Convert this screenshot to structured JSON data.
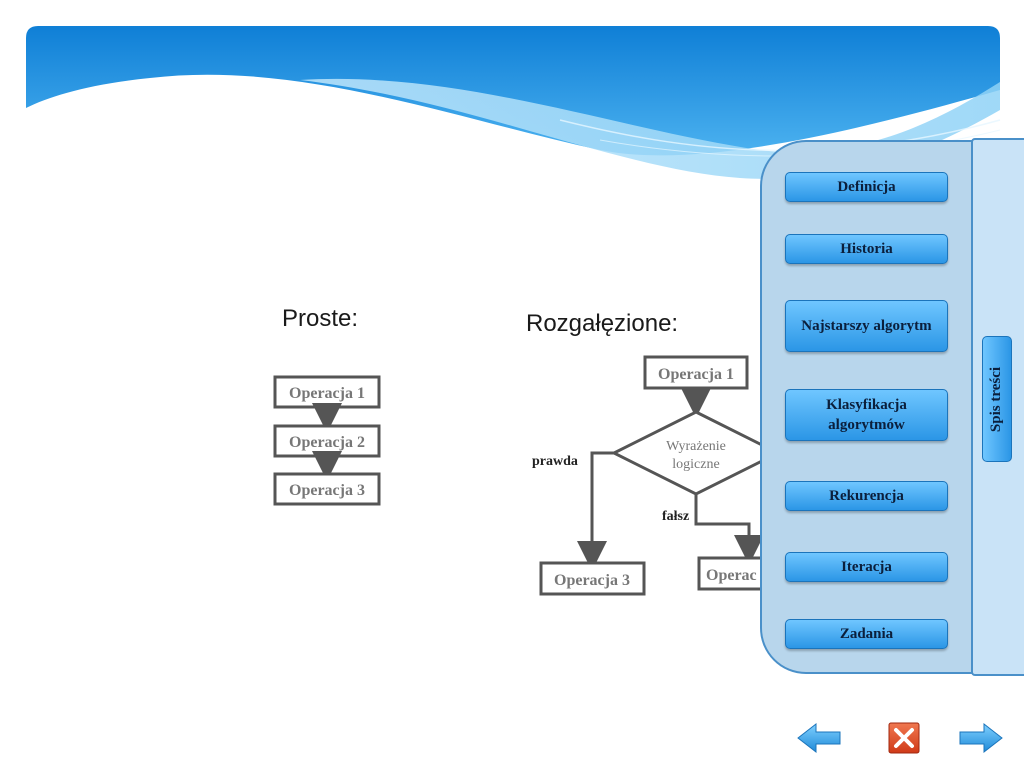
{
  "slide": {
    "proste_heading": "Proste:",
    "rozgalezione_heading": "Rozgałęzione:"
  },
  "simple_flow": {
    "op1": "Operacja 1",
    "op2": "Operacja 2",
    "op3": "Operacja 3"
  },
  "branch_flow": {
    "op1": "Operacja 1",
    "condition_line1": "Wyrażenie",
    "condition_line2": "logiczne",
    "true_label": "prawda",
    "false_label": "fałsz",
    "op3": "Operacja 3",
    "op2": "Operac"
  },
  "toc": {
    "tab_label": "Spis treści",
    "items": [
      {
        "label": "Definicja"
      },
      {
        "label": "Historia"
      },
      {
        "label": "Najstarszy algorytm"
      },
      {
        "label": "Klasyfikacja algorytmów"
      },
      {
        "label": "Rekurencja"
      },
      {
        "label": "Iteracja"
      },
      {
        "label": "Zadania"
      }
    ]
  },
  "nav": {
    "prev_icon": "arrow-left-icon",
    "close_icon": "close-icon",
    "next_icon": "arrow-right-icon"
  },
  "colors": {
    "header_blue": "#1e8fe0",
    "header_light": "#7cc8f4",
    "panel": "#b8d6ec",
    "button": "#2b96e6",
    "close_red": "#e0502c"
  }
}
